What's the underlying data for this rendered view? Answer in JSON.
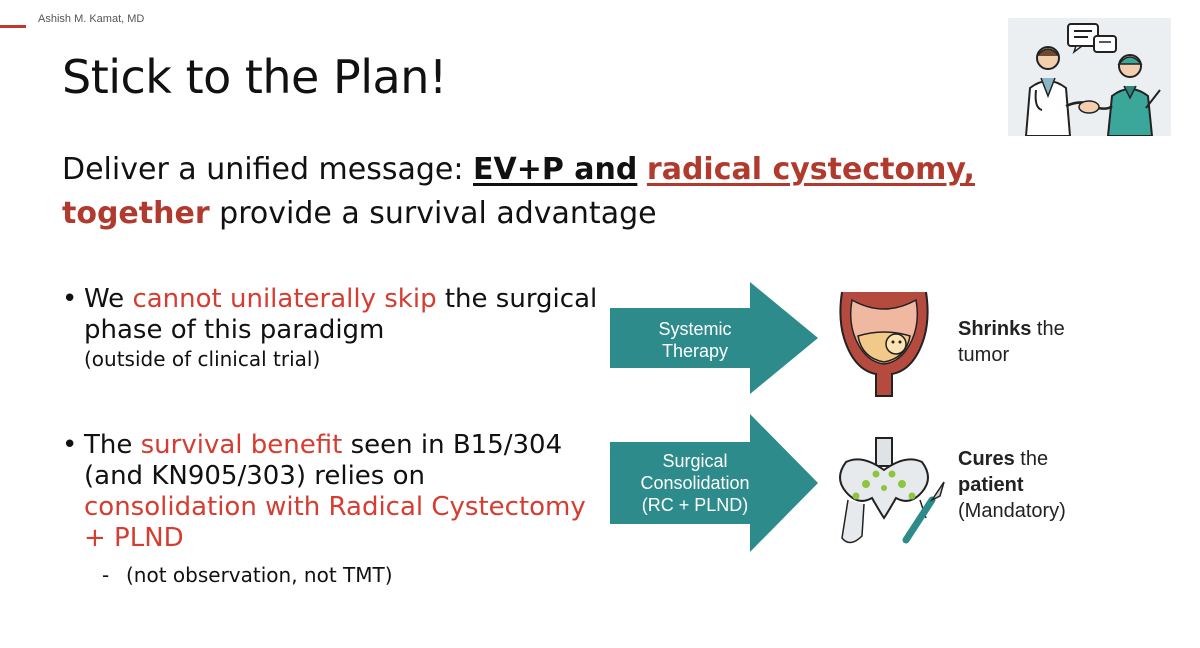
{
  "header": {
    "author": "Ashish M. Kamat, MD"
  },
  "slide": {
    "title": "Stick to the Plan!",
    "subtitle": {
      "prefix": "Deliver a unified message: ",
      "ev_part": "EV+P and",
      "rc_part": "radical cystectomy,",
      "together": "together",
      "suffix": " provide a survival advantage"
    }
  },
  "bullets": [
    {
      "pre": "We ",
      "red": "cannot unilaterally skip",
      "post": " the surgical phase of this paradigm",
      "note": "(outside of clinical trial)"
    },
    {
      "pre": "The ",
      "red": "survival benefit",
      "post": " seen in B15/304 (and KN905/303) relies on ",
      "red2": "consolidation with Radical Cystectomy + PLND",
      "sub_dash": "-",
      "sub": "(not observation, not TMT)"
    }
  ],
  "diagram": {
    "arrow1": {
      "line1": "Systemic",
      "line2": "Therapy"
    },
    "arrow2": {
      "line1": "Surgical",
      "line2": "Consolidation",
      "line3": "(RC + PLND)"
    },
    "desc1": {
      "bold": "Shrinks",
      "rest": " the",
      "line2": "tumor"
    },
    "desc2": {
      "bold1": "Cures",
      "rest": " the",
      "bold2": "patient",
      "line3": "(Mandatory)"
    }
  },
  "colors": {
    "accent": "#c0392b",
    "teal": "#2e8b8b",
    "red_text": "#b03a2e"
  }
}
